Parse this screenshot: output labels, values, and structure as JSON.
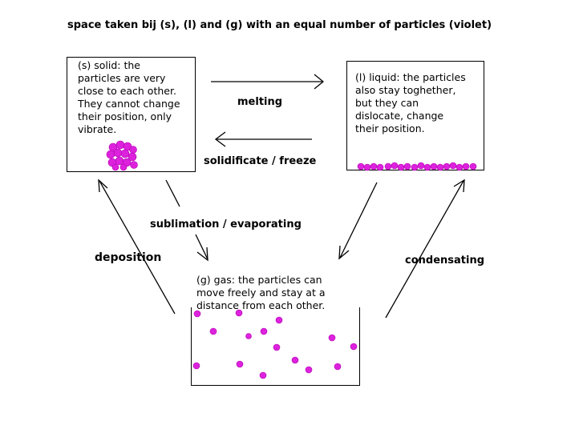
{
  "title": "space taken bij (s), (l) and (g) with an equal number of particles (violet)",
  "states": {
    "solid": {
      "description": "(s) solid: the\nparticles are very\nclose to each other.\nThey cannot change\ntheir position, only\nvibrate."
    },
    "liquid": {
      "description": "(l) liquid: the particles\nalso stay toghether,\nbut they can\ndislocate, change\ntheir position."
    },
    "gas": {
      "description": "(g) gas: the particles can\nmove freely and stay at a\ndistance from each other."
    }
  },
  "transitions": {
    "melting": "melting",
    "solidificate": "solidificate  / freeze",
    "sublimation": "sublimation / evaporating",
    "deposition": "deposition",
    "condensating": "condensating"
  },
  "colors": {
    "particle": "#dd22dd",
    "particle_dark": "#b000b0",
    "line": "#000000"
  }
}
